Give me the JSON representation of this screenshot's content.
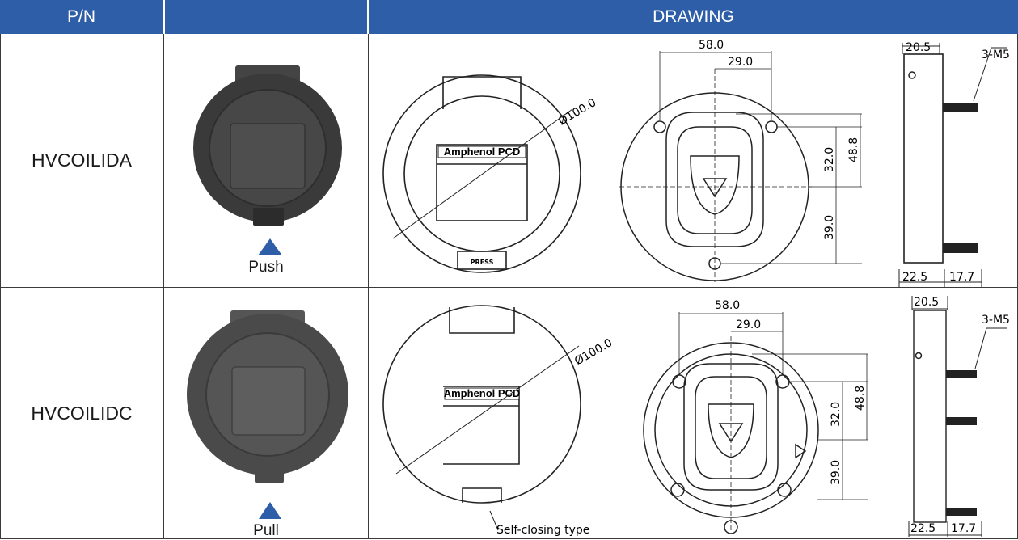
{
  "header": {
    "pn": "P/N",
    "drawing": "DRAWING"
  },
  "rows": [
    {
      "pn": "HVCOILIDA",
      "action": "Push",
      "brand": "Amphenol PCD",
      "press_tab": "PRESS",
      "dims": {
        "dia": "Ø100.0",
        "w58": "58.0",
        "w29": "29.0",
        "h32": "32.0",
        "h48": "48.8",
        "h39": "39.0",
        "t20": "20.5",
        "screws": "3-M5",
        "b22": "22.5",
        "b17": "17.7"
      }
    },
    {
      "pn": "HVCOILIDC",
      "action": "Pull",
      "brand": "Amphenol PCD",
      "note": "Self-closing type",
      "dims": {
        "dia": "Ø100.0",
        "w58": "58.0",
        "w29": "29.0",
        "h32": "32.0",
        "h48": "48.8",
        "h39": "39.0",
        "t20": "20.5",
        "screws": "3-M5",
        "b22": "22.5",
        "b17": "17.7"
      }
    }
  ],
  "colors": {
    "header_bg": "#2e5ea8",
    "arrow": "#2e5ea8",
    "grid": "#3a3a3a",
    "cover": "#3c3c3c"
  }
}
